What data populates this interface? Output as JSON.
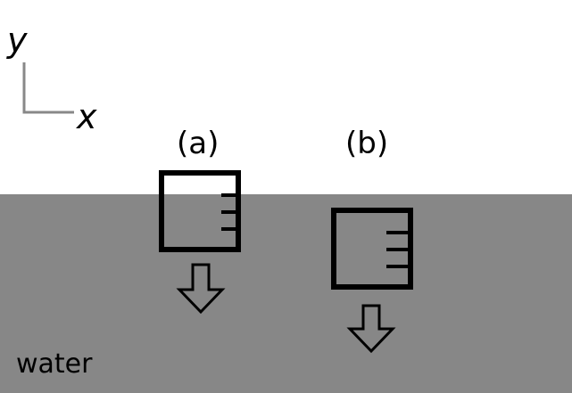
{
  "axes": {
    "y_label": "y",
    "x_label": "x",
    "axis_color": "#888888"
  },
  "panels": [
    {
      "label": "(a)",
      "icon": "container-with-graduations",
      "motion": "down-arrow-icon"
    },
    {
      "label": "(b)",
      "icon": "container-with-graduations",
      "motion": "down-arrow-icon"
    }
  ],
  "water": {
    "label": "water",
    "color": "#878787"
  }
}
